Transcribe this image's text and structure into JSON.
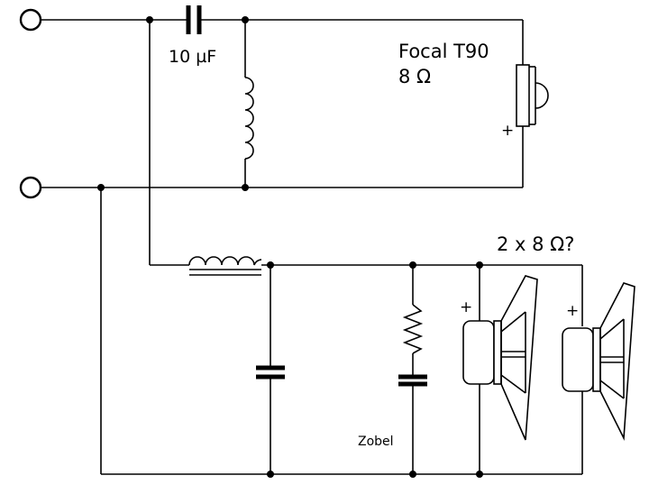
{
  "labels": {
    "capacitor": "10 µF",
    "tweeter_name": "Focal T90",
    "tweeter_impedance": "8 Ω",
    "woofer_config": "2 x 8 Ω?",
    "zobel": "Zobel",
    "polarity_plus": "+"
  },
  "colors": {
    "ink": "#000000",
    "background": "#ffffff"
  }
}
